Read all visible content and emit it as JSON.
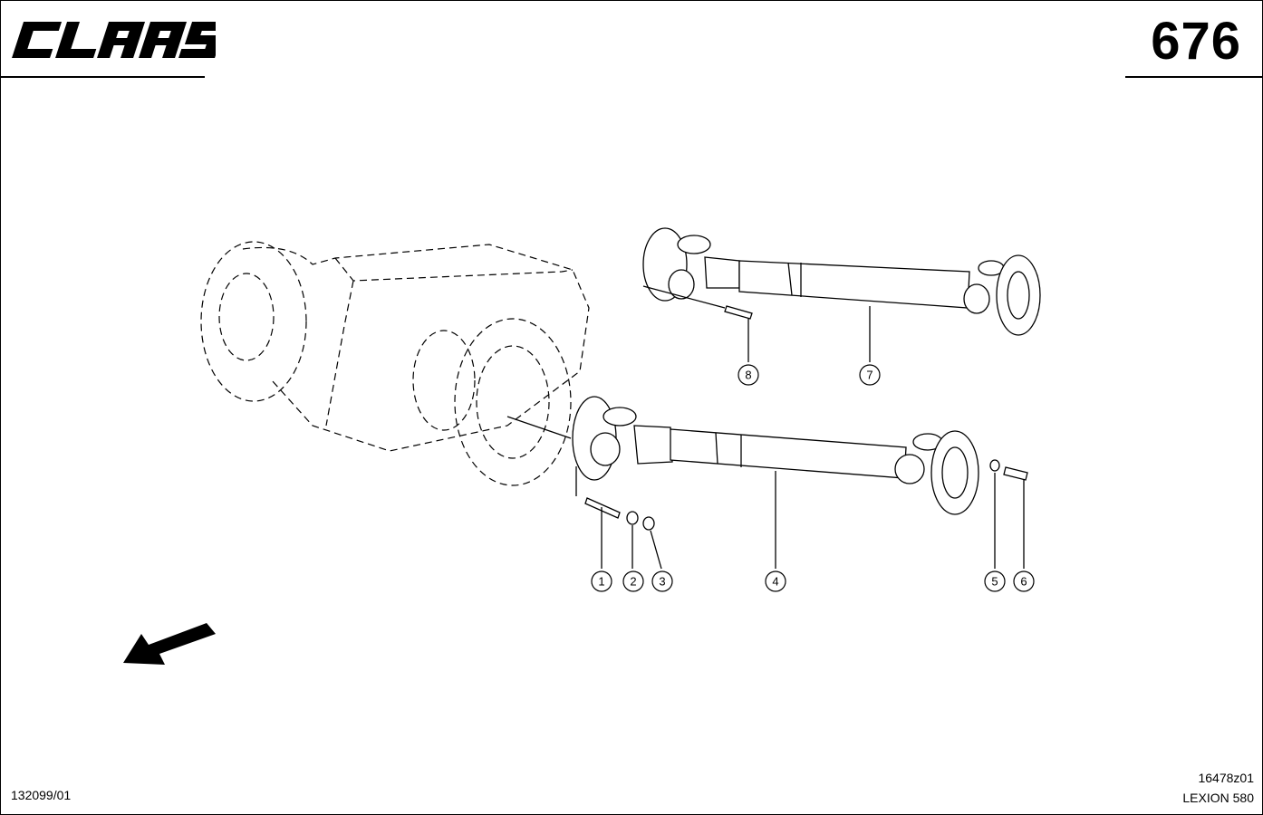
{
  "header": {
    "brand": "CLAAS",
    "page_number": "676"
  },
  "footer": {
    "doc_ref": "132099/01",
    "drawing_code": "16478z01",
    "model": "LEXION 580"
  },
  "callouts": [
    "1",
    "2",
    "3",
    "4",
    "5",
    "6",
    "7",
    "8"
  ],
  "icons": {
    "logo": "claas-logo",
    "direction": "direction-arrow-icon"
  }
}
